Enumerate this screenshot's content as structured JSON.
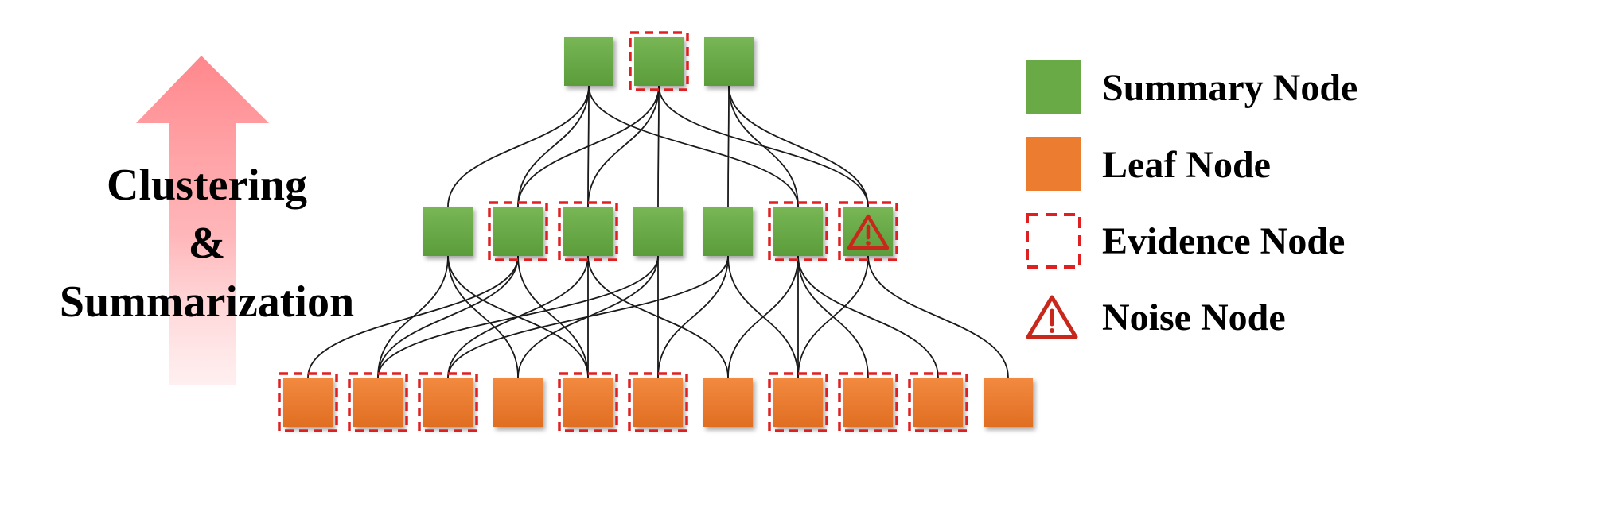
{
  "caption": {
    "line1": "Clustering",
    "line2": "&",
    "line3": "Summarization"
  },
  "legend": {
    "summary": "Summary Node",
    "leaf": "Leaf Node",
    "evidence": "Evidence Node",
    "noise": "Noise Node"
  },
  "colors": {
    "summary_green": "#6aaa46",
    "leaf_orange": "#ec7c30",
    "evidence_red": "#e02020",
    "noise_red": "#c8281c",
    "arrow_pink": "#ff8a8f"
  },
  "tree": {
    "top": [
      {
        "evidence": false
      },
      {
        "evidence": true
      },
      {
        "evidence": false
      }
    ],
    "mid": [
      {
        "evidence": false,
        "noise": false
      },
      {
        "evidence": true,
        "noise": false
      },
      {
        "evidence": true,
        "noise": false
      },
      {
        "evidence": false,
        "noise": false
      },
      {
        "evidence": false,
        "noise": false
      },
      {
        "evidence": true,
        "noise": false
      },
      {
        "evidence": true,
        "noise": true
      }
    ],
    "leaves": [
      {
        "evidence": true
      },
      {
        "evidence": true
      },
      {
        "evidence": true
      },
      {
        "evidence": false
      },
      {
        "evidence": true
      },
      {
        "evidence": true
      },
      {
        "evidence": false
      },
      {
        "evidence": true
      },
      {
        "evidence": true
      },
      {
        "evidence": true
      },
      {
        "evidence": false
      }
    ],
    "edges_top_mid": [
      [
        0,
        0
      ],
      [
        0,
        1
      ],
      [
        0,
        2
      ],
      [
        0,
        5
      ],
      [
        1,
        1
      ],
      [
        1,
        2
      ],
      [
        1,
        3
      ],
      [
        1,
        6
      ],
      [
        2,
        4
      ],
      [
        2,
        5
      ],
      [
        2,
        6
      ]
    ],
    "edges_mid_leaf": [
      [
        0,
        1
      ],
      [
        0,
        3
      ],
      [
        0,
        4
      ],
      [
        1,
        0
      ],
      [
        1,
        1
      ],
      [
        1,
        4
      ],
      [
        2,
        2
      ],
      [
        2,
        4
      ],
      [
        2,
        6
      ],
      [
        3,
        1
      ],
      [
        3,
        3
      ],
      [
        3,
        5
      ],
      [
        4,
        2
      ],
      [
        4,
        5
      ],
      [
        4,
        7
      ],
      [
        5,
        6
      ],
      [
        5,
        7
      ],
      [
        5,
        8
      ],
      [
        5,
        9
      ],
      [
        6,
        7
      ],
      [
        6,
        10
      ]
    ]
  }
}
